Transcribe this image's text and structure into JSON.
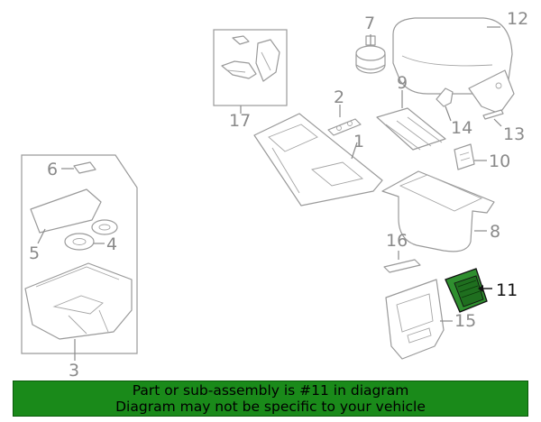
{
  "diagram": {
    "parts": [
      {
        "number": "1"
      },
      {
        "number": "2"
      },
      {
        "number": "3"
      },
      {
        "number": "4"
      },
      {
        "number": "5"
      },
      {
        "number": "6"
      },
      {
        "number": "7"
      },
      {
        "number": "8"
      },
      {
        "number": "9"
      },
      {
        "number": "10"
      },
      {
        "number": "11",
        "highlighted": true
      },
      {
        "number": "12"
      },
      {
        "number": "13"
      },
      {
        "number": "14"
      },
      {
        "number": "15"
      },
      {
        "number": "16"
      },
      {
        "number": "17"
      }
    ],
    "colors": {
      "highlight_fill": "#2f8f2f",
      "line": "#9a9a9a",
      "banner_bg": "#1a8a1a",
      "banner_text": "#000000"
    }
  },
  "banner": {
    "line1": "Part or sub-assembly is #11 in diagram",
    "line2": "Diagram may not be specific to your vehicle"
  }
}
